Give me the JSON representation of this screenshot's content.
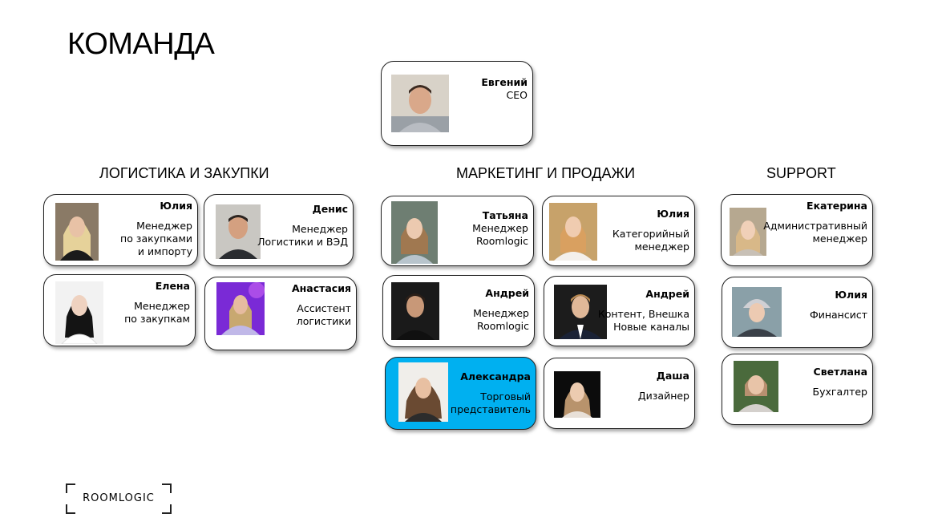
{
  "page": {
    "title": "КОМАНДА"
  },
  "sections": {
    "logistics": "ЛОГИСТИКА И ЗАКУПКИ",
    "marketing": "МАРКЕТИНГ И ПРОДАЖИ",
    "support": "SUPPORT"
  },
  "ceo": {
    "name": "Евгений",
    "role": [
      "CEO"
    ]
  },
  "logistics": [
    {
      "name": "Юлия",
      "role": [
        "Менеджер",
        "по закупками",
        "и импорту"
      ]
    },
    {
      "name": "Денис",
      "role": [
        "Менеджер",
        "Логистики и ВЭД"
      ]
    },
    {
      "name": "Елена",
      "role": [
        "Менеджер",
        "по закупкам"
      ]
    },
    {
      "name": "Анастасия",
      "role": [
        "Ассистент",
        "логистики"
      ]
    }
  ],
  "marketing": [
    {
      "name": "Татьяна",
      "role": [
        "Менеджер",
        "Roomlogic"
      ]
    },
    {
      "name": "Юлия",
      "role": [
        "Категорийный",
        "менеджер"
      ]
    },
    {
      "name": "Андрей",
      "role": [
        "Менеджер",
        "Roomlogic"
      ]
    },
    {
      "name": "Андрей",
      "role": [
        "Контент, Внешка",
        "Новые каналы"
      ]
    },
    {
      "name": "Александра",
      "role": [
        "Торговый",
        "представитель"
      ]
    },
    {
      "name": "Даша",
      "role": [
        "Дизайнер"
      ]
    }
  ],
  "support": [
    {
      "name": "Екатерина",
      "role": [
        "Административный",
        "менеджер"
      ]
    },
    {
      "name": "Юлия",
      "role": [
        "Финансист"
      ]
    },
    {
      "name": "Светлана",
      "role": [
        "Бухгалтер"
      ]
    }
  ],
  "logo": {
    "text": "ROOMLOGIC"
  },
  "colors": {
    "highlight": "#00b0f0",
    "border": "#222222"
  }
}
